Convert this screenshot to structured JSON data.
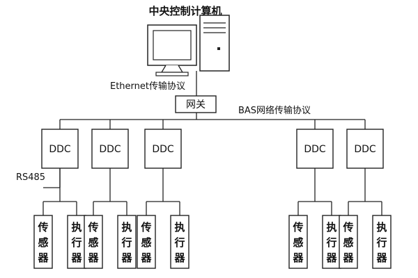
{
  "title": "中央控制计算机",
  "protocols": {
    "ethernet": "Ethernet传输协议",
    "bas": "BAS网络传输协议",
    "rs485": "RS485"
  },
  "gateway": "网关",
  "controller_label": "DDC",
  "device_labels": {
    "sensor": [
      "传",
      "感",
      "器"
    ],
    "actuator": [
      "执",
      "行",
      "器"
    ]
  },
  "controllers": [
    {
      "id": "ddc-1",
      "label": "DDC"
    },
    {
      "id": "ddc-2",
      "label": "DDC"
    },
    {
      "id": "ddc-3",
      "label": "DDC"
    },
    {
      "id": "ddc-4",
      "label": "DDC"
    },
    {
      "id": "ddc-5",
      "label": "DDC"
    }
  ]
}
